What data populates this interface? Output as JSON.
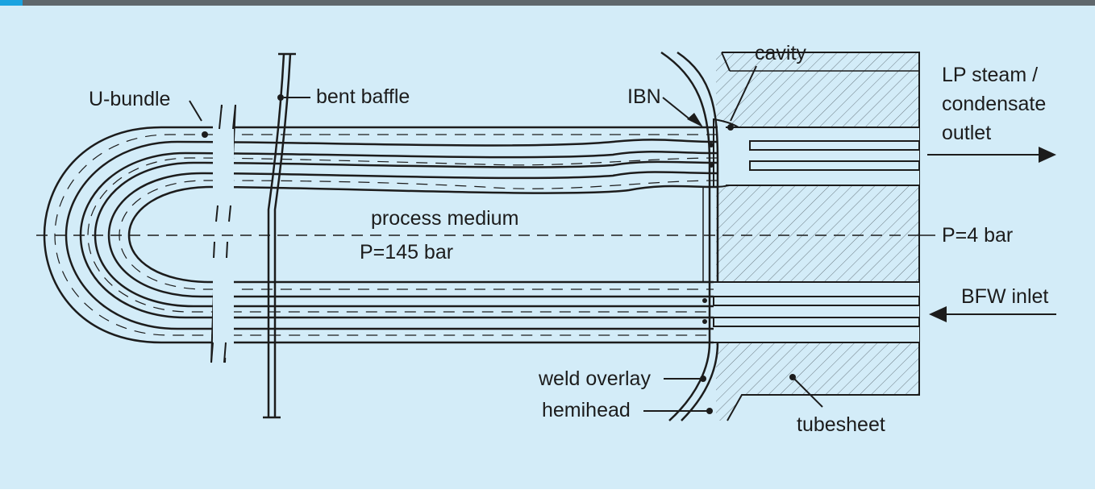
{
  "colors": {
    "panel_background": "#d3ecf8",
    "top_bar": "#5f676c",
    "top_bar_accent": "#1aa3e0",
    "line": "#1c1c1c",
    "tubesheet_fill": "#bcd6e2"
  },
  "labels": {
    "u_bundle": "U-bundle",
    "bent_baffle": "bent baffle",
    "ibn": "IBN",
    "cavity": "cavity",
    "lp_steam_line1": "LP steam /",
    "lp_steam_line2": "condensate",
    "lp_steam_line3": "outlet",
    "process_medium": "process medium",
    "process_pressure": "P=145 bar",
    "shell_pressure": "P=4 bar",
    "bfw_inlet": "BFW inlet",
    "weld_overlay": "weld overlay",
    "hemihead": "hemihead",
    "tubesheet": "tubesheet"
  }
}
